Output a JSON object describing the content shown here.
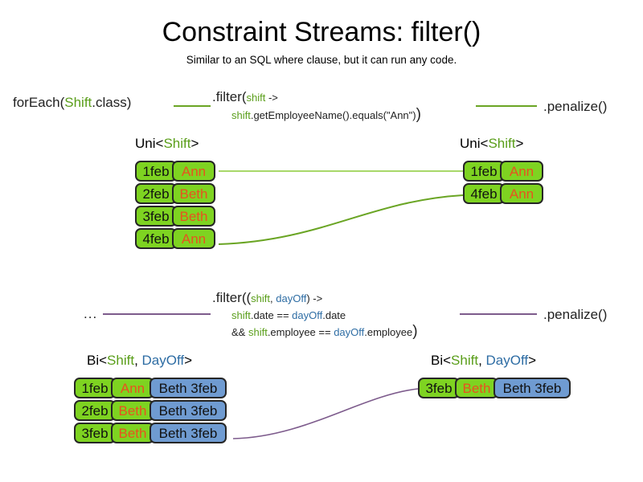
{
  "slide": {
    "title": "Constraint Streams: filter()",
    "subtitle": "Similar to an SQL where clause, but it can run any code."
  },
  "colors": {
    "shift_green": "#5a9e1a",
    "dayoff_blue": "#2e6da4",
    "tuple_green": "#7ed321",
    "tuple_blue": "#6f9bd1",
    "employee_orange": "#e8521f",
    "link_green": "#6aa524",
    "link_purple": "#7d5b8c",
    "border_dark": "#262626"
  },
  "row1": {
    "source_label": {
      "prefix": "forEach(",
      "type": "Shift",
      "suffix": ".class)"
    },
    "filter": {
      "line1_prefix": ".filter(",
      "line1_param": "shift",
      "line1_suffix": " ->",
      "line2_param": "shift",
      "line2_body": ".getEmployeeName().equals(\"Ann\")",
      "line2_close": ")"
    },
    "sink_label": ".penalize()",
    "left_stream": {
      "header_prefix": "Uni<",
      "header_type": "Shift",
      "header_suffix": ">",
      "tuples": [
        {
          "date": "1feb",
          "employee": "Ann"
        },
        {
          "date": "2feb",
          "employee": "Beth"
        },
        {
          "date": "3feb",
          "employee": "Beth"
        },
        {
          "date": "4feb",
          "employee": "Ann"
        }
      ]
    },
    "right_stream": {
      "header_prefix": "Uni<",
      "header_type": "Shift",
      "header_suffix": ">",
      "tuples": [
        {
          "date": "1feb",
          "employee": "Ann"
        },
        {
          "date": "4feb",
          "employee": "Ann"
        }
      ]
    }
  },
  "row2": {
    "source_label": "...",
    "filter": {
      "line1_prefix": ".filter((",
      "line1_param_a": "shift",
      "line1_comma": ", ",
      "line1_param_b": "dayOff",
      "line1_suffix": ") ->",
      "line2_a": "shift",
      "line2_a_tail": ".date == ",
      "line2_b": "dayOff",
      "line2_b_tail": ".date",
      "line3_lead": "&& ",
      "line3_a": "shift",
      "line3_a_tail": ".employee == ",
      "line3_b": "dayOff",
      "line3_b_tail": ".employee",
      "line3_close": ")"
    },
    "sink_label": ".penalize()",
    "left_stream": {
      "header_prefix": "Bi<",
      "header_type_a": "Shift",
      "header_comma": ", ",
      "header_type_b": "DayOff",
      "header_suffix": ">",
      "tuples": [
        {
          "date": "1feb",
          "employee": "Ann",
          "dayoff": "Beth 3feb"
        },
        {
          "date": "2feb",
          "employee": "Beth",
          "dayoff": "Beth 3feb"
        },
        {
          "date": "3feb",
          "employee": "Beth",
          "dayoff": "Beth 3feb"
        }
      ]
    },
    "right_stream": {
      "header_prefix": "Bi<",
      "header_type_a": "Shift",
      "header_comma": ", ",
      "header_type_b": "DayOff",
      "header_suffix": ">",
      "tuples": [
        {
          "date": "3feb",
          "employee": "Beth",
          "dayoff": "Beth 3feb"
        }
      ]
    }
  }
}
